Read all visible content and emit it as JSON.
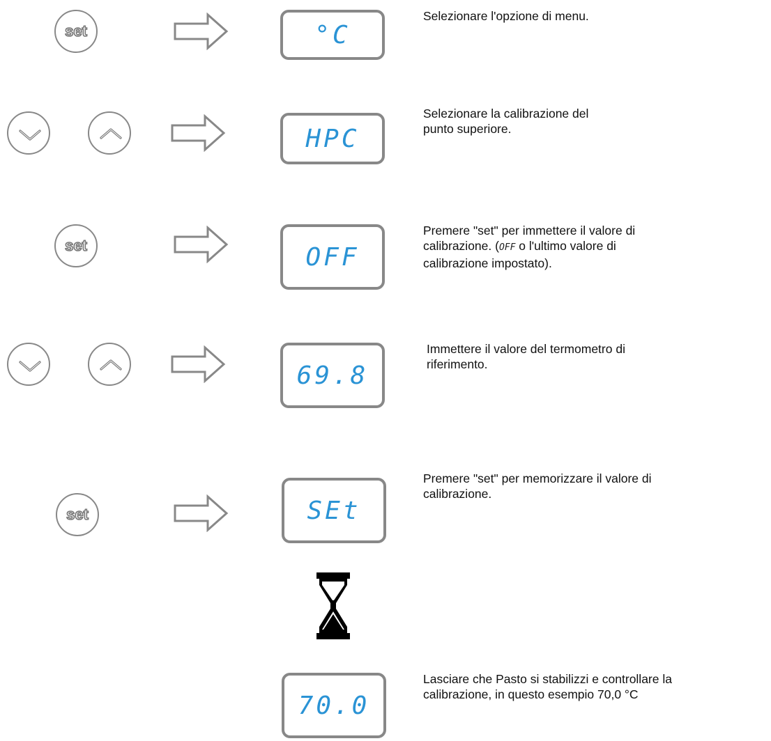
{
  "steps": [
    {
      "display": "°C",
      "buttons": [
        "set"
      ],
      "lines": [
        "Selezionare l'opzione di menu."
      ]
    },
    {
      "display": "HPC",
      "buttons": [
        "down",
        "up"
      ],
      "lines": [
        "Selezionare la calibrazione del",
        "punto superiore."
      ]
    },
    {
      "display": "OFF",
      "buttons": [
        "set"
      ],
      "line1": "Premere \"set\" per immettere il valore di",
      "line2_pre": "calibrazione. (",
      "line2_code": "OFF",
      "line2_post": " o l'ultimo valore di",
      "line3": "calibrazione impostato)."
    },
    {
      "display": "69.8",
      "buttons": [
        "down",
        "up"
      ],
      "lines": [
        "Immettere il valore del termometro di",
        "riferimento."
      ]
    },
    {
      "display": "SEt",
      "buttons": [
        "set"
      ],
      "lines": [
        "Premere \"set\" per memorizzare il valore di",
        "calibrazione."
      ]
    },
    {
      "display": "70.0",
      "buttons": [],
      "lines": [
        "Lasciare che Pasto si stabilizzi e controllare la",
        "calibrazione, in questo esempio 70,0 °C"
      ]
    }
  ],
  "button_labels": {
    "set": "set"
  },
  "icons": {
    "arrow": "right-arrow-icon",
    "hourglass": "hourglass-icon",
    "down": "chevron-down-icon",
    "up": "chevron-up-icon"
  },
  "colors": {
    "lcd_text": "#2a93d5",
    "outline": "#888888"
  }
}
